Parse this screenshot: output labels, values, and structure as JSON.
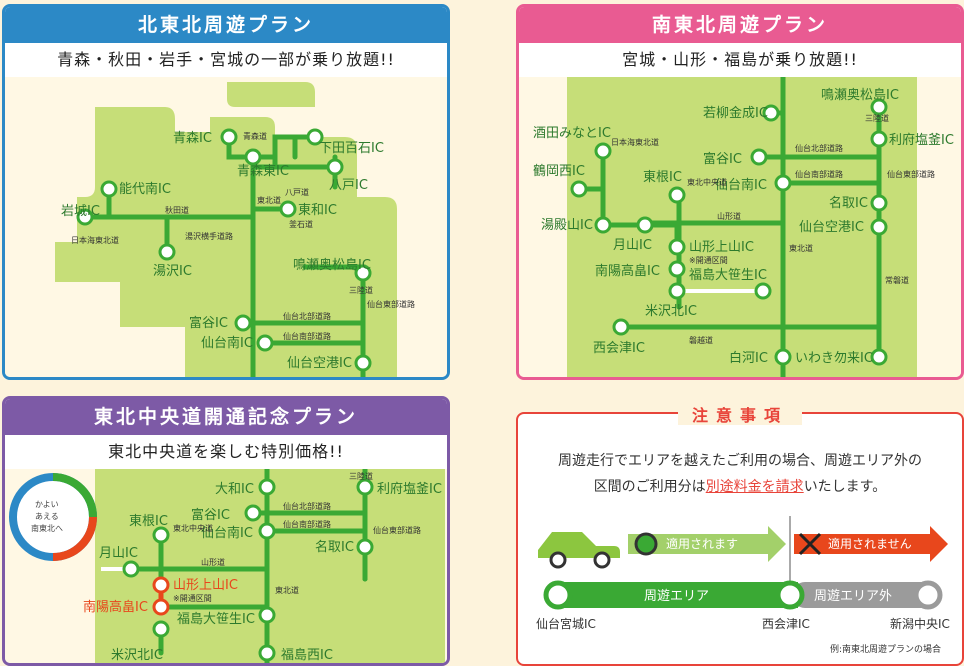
{
  "north": {
    "title": "北東北周遊プラン",
    "subtitle": "青森・秋田・岩手・宮城の一部が乗り放題!!",
    "ic": [
      "青森IC",
      "青森東IC",
      "下田百石IC",
      "八戸IC",
      "能代南IC",
      "岩城IC",
      "東和IC",
      "湯沢IC",
      "鳴瀬奥松島IC",
      "富谷IC",
      "仙台南IC",
      "仙台空港IC"
    ],
    "roads": [
      "青森道",
      "八戸道",
      "秋田道",
      "日本海東北道",
      "湯沢横手道路",
      "東北道",
      "釜石道",
      "三陸道",
      "仙台北部道路",
      "仙台南部道路",
      "仙台東部道路"
    ]
  },
  "south": {
    "title": "南東北周遊プラン",
    "subtitle": "宮城・山形・福島が乗り放題!!",
    "ic": [
      "酒田みなとIC",
      "鶴岡西IC",
      "湯殿山IC",
      "月山IC",
      "東根IC",
      "山形上山IC",
      "南陽高畠IC",
      "福島大笹生IC",
      "米沢北IC",
      "若柳金成IC",
      "富谷IC",
      "仙台南IC",
      "鳴瀬奥松島IC",
      "利府塩釜IC",
      "名取IC",
      "仙台空港IC",
      "西会津IC",
      "白河IC",
      "いわき勿来IC"
    ],
    "roads": [
      "日本海東北道",
      "山形道",
      "東北中央道",
      "仙台北部道路",
      "仙台南部道路",
      "三陸道",
      "仙台東部道路",
      "東北道",
      "常磐道",
      "磐越道"
    ],
    "notes": [
      "※開通区間"
    ]
  },
  "central": {
    "title": "東北中央道開通記念プラン",
    "subtitle": "東北中央道を楽しむ特別価格!!",
    "ic": [
      "大和IC",
      "利府塩釜IC",
      "富谷IC",
      "仙台南IC",
      "名取IC",
      "東根IC",
      "月山IC",
      "山形上山IC",
      "南陽高畠IC",
      "福島大笹生IC",
      "米沢北IC",
      "福島西IC"
    ],
    "roads": [
      "三陸道",
      "仙台北部道路",
      "仙台南部道路",
      "東北中央道",
      "山形道",
      "仙台東部道路",
      "東北道"
    ],
    "notes": [
      "※開通区間"
    ],
    "logo_text": [
      "かよい",
      "あえる",
      "南東北へ"
    ]
  },
  "notice": {
    "title": "注意事項",
    "text_line1": "周遊走行でエリアを越えたご利用の場合、周遊エリア外の",
    "text_line2_a": "区間のご利用分は",
    "text_line2_b": "別途料金を請求",
    "text_line2_c": "いたします。",
    "applied": "適用されます",
    "not_applied": "適用されません",
    "in_area": "周遊エリア",
    "out_area": "周遊エリア外",
    "stations": [
      "仙台宮城IC",
      "西会津IC",
      "新潟中央IC"
    ],
    "example": "例:南東北周遊プランの場合"
  },
  "colors": {
    "north": "#2c89c6",
    "south": "#e95b92",
    "central": "#7d5aa6",
    "route": "#3aa934",
    "land": "#c6de78",
    "ic_text": "#2d7a2d",
    "note_red": "#e8443a",
    "highlight": "#e8471c"
  }
}
